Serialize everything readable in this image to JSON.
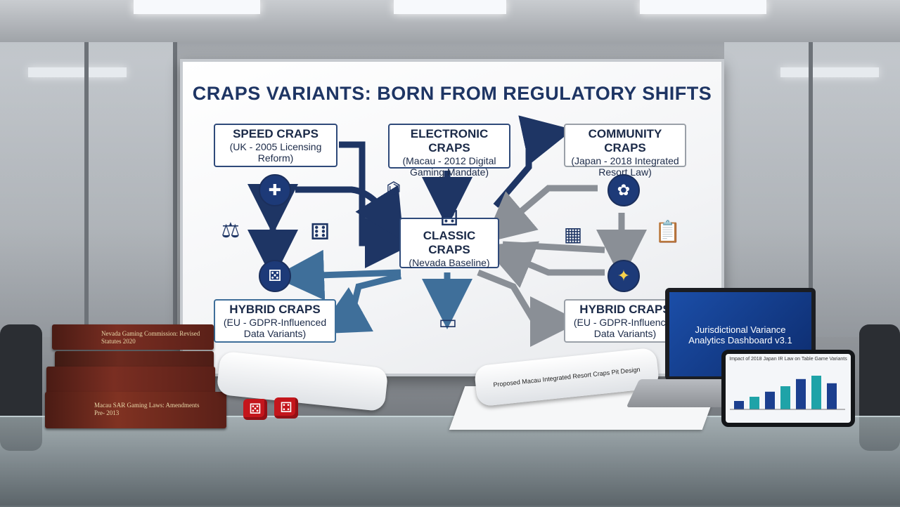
{
  "whiteboard": {
    "title": "CRAPS VARIANTS: BORN FROM REGULATORY SHIFTS",
    "boxes": {
      "speed": {
        "title": "SPEED CRAPS",
        "subtitle": "(UK - 2005 Licensing Reform)"
      },
      "electronic": {
        "title": "ELECTRONIC CRAPS",
        "subtitle": "(Macau - 2012 Digital Gaming Mandate)"
      },
      "community": {
        "title": "COMMUNITY CRAPS",
        "subtitle": "(Japan - 2018 Integrated Resort Law)"
      },
      "classic": {
        "title": "CLASSIC CRAPS",
        "subtitle": "(Nevada Baseline)"
      },
      "hybrid_left": {
        "title": "HYBRID CRAPS",
        "subtitle": "(EU - GDPR-Influenced Data Variants)"
      },
      "hybrid_right": {
        "title": "HYBRID CRAPS",
        "subtitle": "(EU - GDPR-Influenced Data Variants)"
      }
    }
  },
  "desk": {
    "books": [
      {
        "spine": "Nevada Gaming Commission: Revised Statutes 2020"
      },
      {
        "spine": "Macau SAR Gaming Laws: Amendments Pre- 2013"
      }
    ],
    "blueprint_label": "Proposed Macau Integrated Resort Craps Pit Design",
    "laptop": {
      "line1": "Jurisdictional Variance",
      "line2": "Analytics Dashboard v3.1"
    },
    "tablet": {
      "title": "Impact of 2018 Japan IR Law on Table Game Variants"
    }
  },
  "tablet_chart": {
    "values": [
      0.2,
      0.3,
      0.42,
      0.55,
      0.72,
      0.8,
      0.62
    ]
  },
  "colors": {
    "navy": "#1e3564",
    "steel": "#3f6f9a",
    "gray": "#8a8f96"
  }
}
